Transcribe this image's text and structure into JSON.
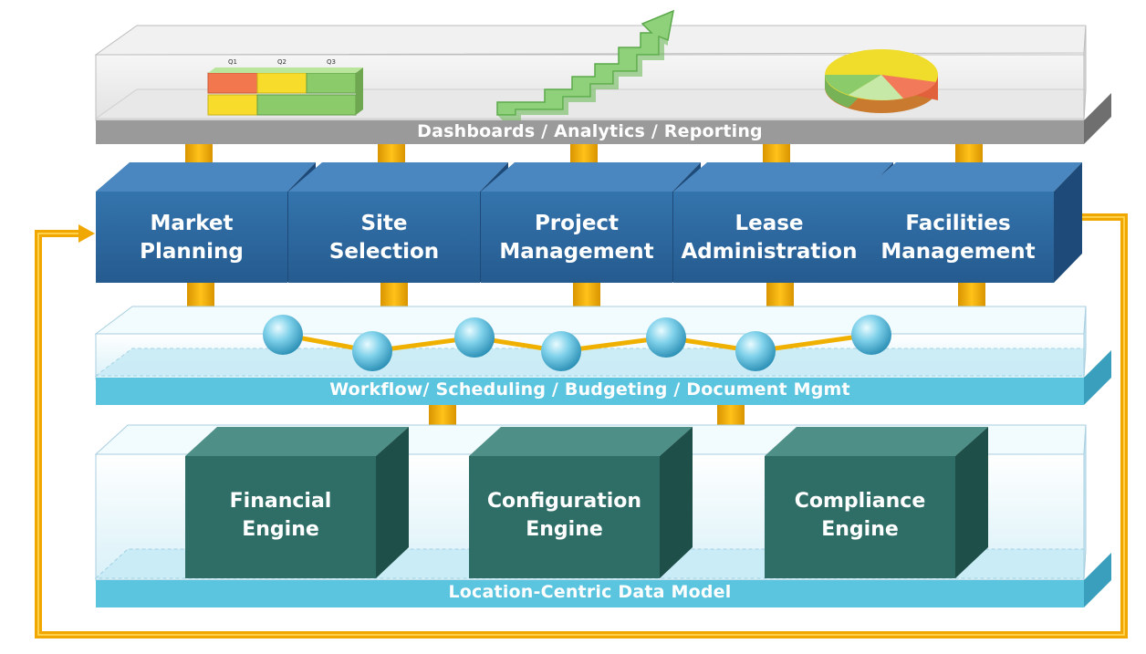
{
  "layers": {
    "top": {
      "label": "Dashboards / Analytics / Reporting"
    },
    "middle": {
      "label": "Workflow/ Scheduling / Budgeting / Document Mgmt"
    },
    "bottom": {
      "label": "Location-Centric Data Model"
    }
  },
  "modules": [
    {
      "line1": "Market",
      "line2": "Planning"
    },
    {
      "line1": "Site",
      "line2": "Selection"
    },
    {
      "line1": "Project",
      "line2": "Management"
    },
    {
      "line1": "Lease",
      "line2": "Administration"
    },
    {
      "line1": "Facilities",
      "line2": "Management"
    }
  ],
  "engines": [
    {
      "line1": "Financial",
      "line2": "Engine"
    },
    {
      "line1": "Configuration",
      "line2": "Engine"
    },
    {
      "line1": "Compliance",
      "line2": "Engine"
    }
  ],
  "mini_chart": {
    "q1": "Q1",
    "q2": "Q2",
    "q3": "Q3"
  },
  "colors": {
    "module_blue": "#2e6aa0",
    "engine_green": "#2f6e66",
    "connector_gold": "#f0b000",
    "layer_cyan": "#5bc4de",
    "layer_gray": "#9a9a9a"
  },
  "icons": [
    "stacked-bar-chart-icon",
    "rising-arrow-icon",
    "pie-chart-icon",
    "network-nodes-icon",
    "feedback-loop-arrow"
  ]
}
